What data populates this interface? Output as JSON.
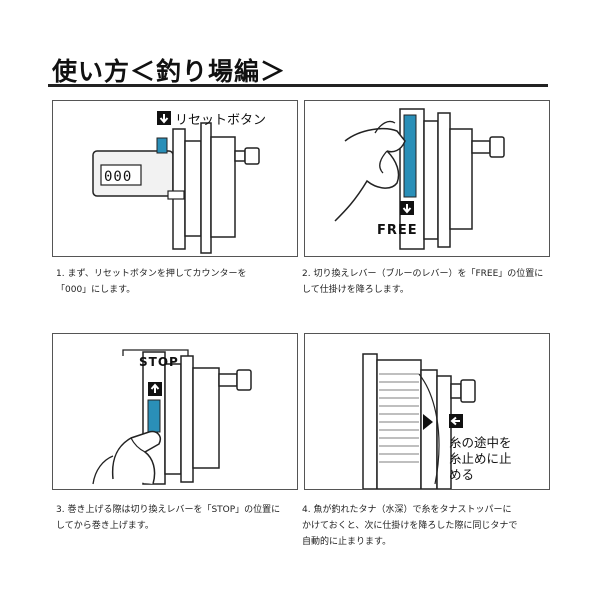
{
  "title": "使い方＜釣り場編＞",
  "panels": [
    {
      "label": "リセットボタン",
      "counter": "000",
      "caption": "1. まず、リセットボタンを押してカウンターを\n「000」にします。"
    },
    {
      "label": "FREE",
      "caption": "2. 切り換えレバー（ブルーのレバー）を「FREE」の位置に\nして仕掛けを降ろします。"
    },
    {
      "label": "STOP",
      "caption": "3. 巻き上げる際は切り換えレバーを「STOP」の位置に\nしてから巻き上げます。"
    },
    {
      "label_lines": [
        "糸の途中を",
        "糸止めに止",
        "める"
      ],
      "caption": "4. 魚が釣れたタナ（水深）で糸をタナストッパーに\nかけておくと、次に仕掛けを降ろした際に同じタナで\n自動的に止まります。"
    }
  ],
  "colors": {
    "lever_blue": "#2a8fb8",
    "line": "#222222"
  }
}
